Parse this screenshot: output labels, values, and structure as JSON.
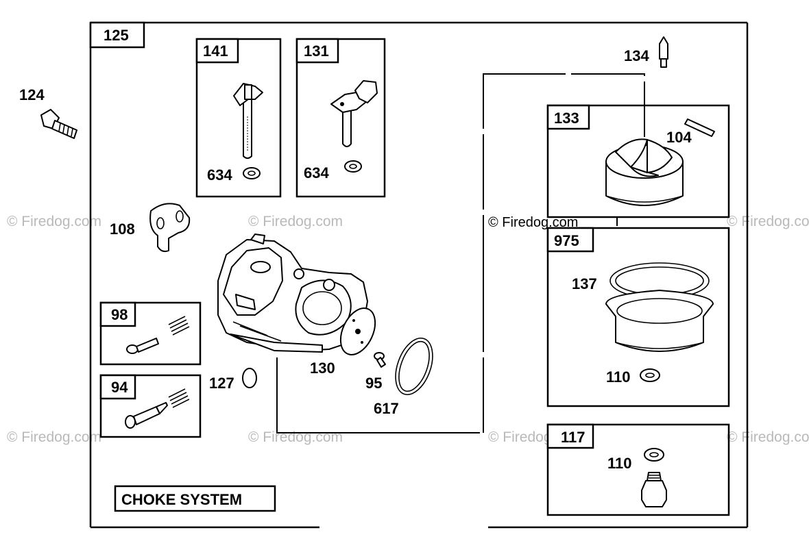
{
  "title": "CHOKE SYSTEM",
  "watermark": "© Firedog.com",
  "groups": {
    "main": "125",
    "g141": "141",
    "g131": "131",
    "g133": "133",
    "g975": "975",
    "g117": "117",
    "g98": "98",
    "g94": "94"
  },
  "parts": {
    "p124": "124",
    "p108": "108",
    "p127": "127",
    "p130": "130",
    "p95": "95",
    "p617": "617",
    "p634a": "634",
    "p634b": "634",
    "p134": "134",
    "p104": "104",
    "p137": "137",
    "p110a": "110",
    "p110b": "110"
  }
}
